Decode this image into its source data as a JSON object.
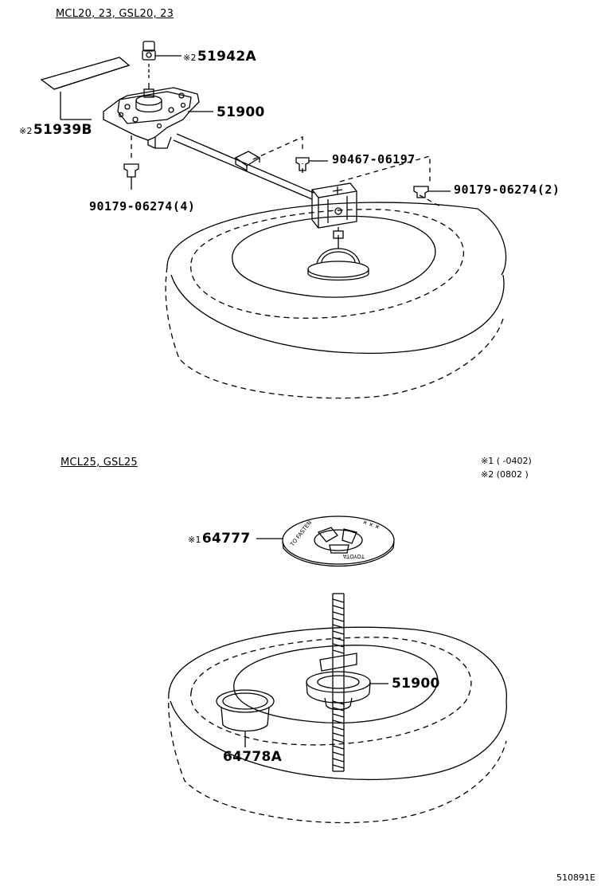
{
  "sections": {
    "upper_model": "MCL20, 23, GSL20, 23",
    "lower_model": "MCL25, GSL25"
  },
  "notes": {
    "note1": "※1 (      -0402)",
    "note2": "※2 (0802       )"
  },
  "parts": {
    "p51942A": {
      "mark": "※2",
      "number": "51942A"
    },
    "p51900_upper": {
      "mark": "",
      "number": "51900"
    },
    "p51939B": {
      "mark": "※2",
      "number": "51939B"
    },
    "p90467": {
      "mark": "",
      "number": "90467-06197"
    },
    "p90179_4": {
      "mark": "",
      "number": "90179-06274(4)"
    },
    "p90179_2": {
      "mark": "",
      "number": "90179-06274(2)"
    },
    "p64777": {
      "mark": "※1",
      "number": "64777"
    },
    "p51900_lower": {
      "mark": "",
      "number": "51900"
    },
    "p64778A": {
      "mark": "",
      "number": "64778A"
    }
  },
  "footer": {
    "code": "510891E"
  }
}
